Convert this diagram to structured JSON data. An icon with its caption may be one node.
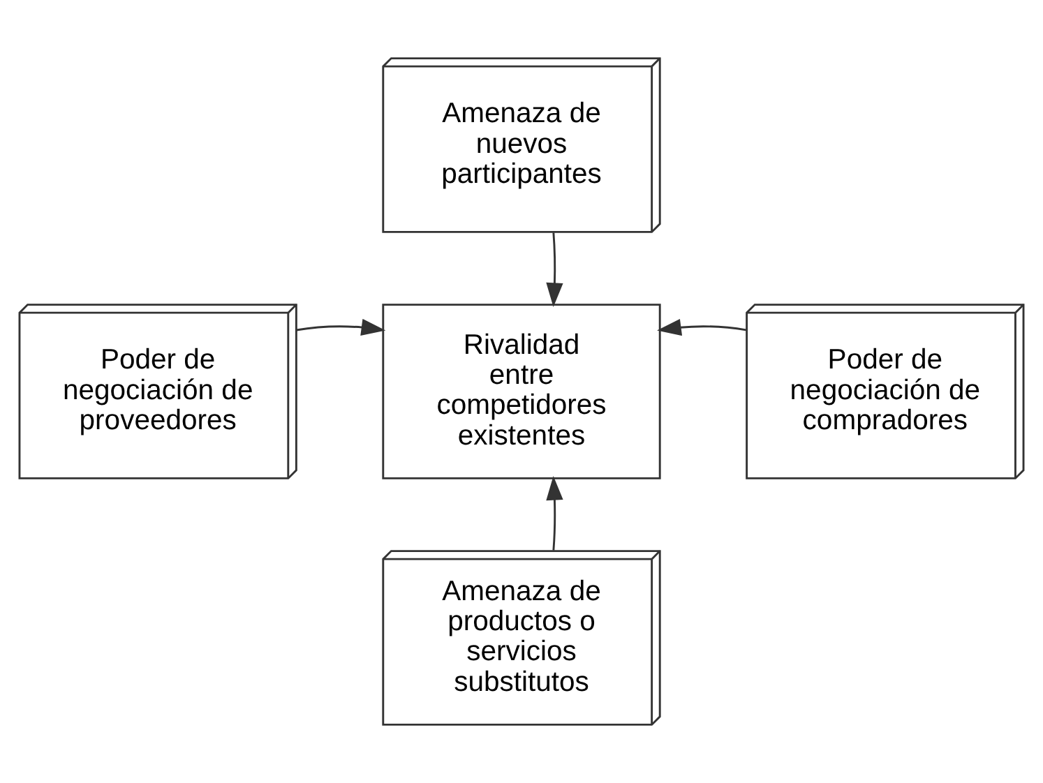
{
  "diagram": {
    "nodes": [
      {
        "text": [
          "Amenaza de nuevos participantes"
        ]
      },
      {
        "text": [
          "Poder de negociación de proveedores"
        ]
      },
      {
        "text": [
          "Rivalidad entre competidores existentes"
        ]
      },
      {
        "text": [
          "Poder de negociación de compradores"
        ]
      },
      {
        "text": [
          "Amenaza de productos o servicios substitutos"
        ]
      }
    ],
    "edges": [
      {
        "from": 0,
        "to": 2,
        "arrow": "to"
      },
      {
        "from": 1,
        "to": 2,
        "arrow": "to"
      },
      {
        "from": 3,
        "to": 2,
        "arrow": "to"
      },
      {
        "from": 4,
        "to": 2,
        "arrow": "to"
      }
    ]
  }
}
